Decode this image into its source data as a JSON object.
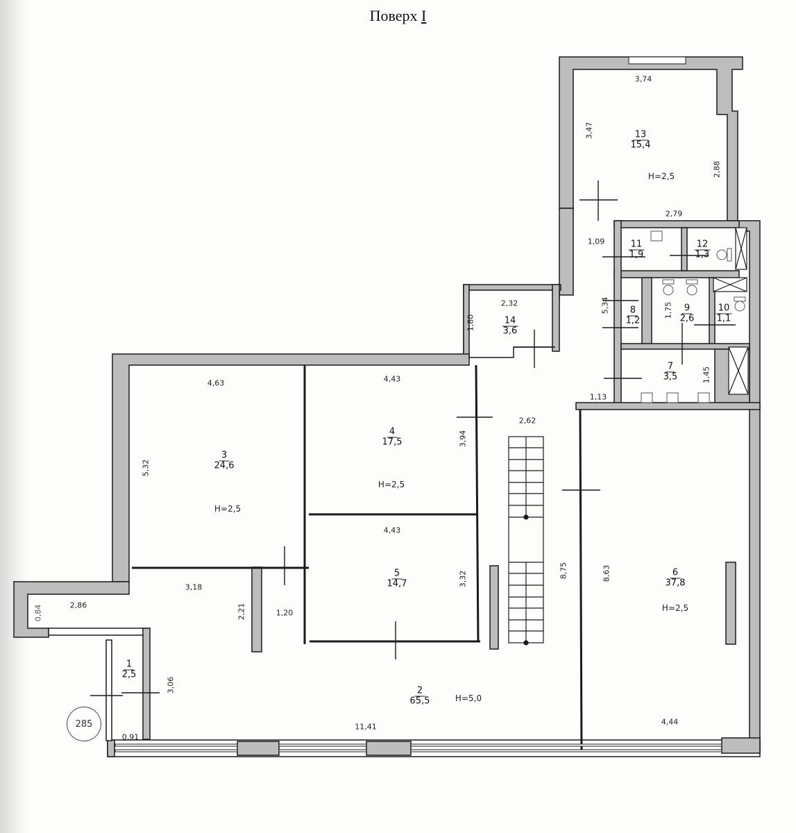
{
  "title": {
    "prefix": "Поверх",
    "floor": "I"
  },
  "plan_number": "285",
  "rooms": [
    {
      "id": "1",
      "number": "1",
      "area": "2,5",
      "height": null
    },
    {
      "id": "2",
      "number": "2",
      "area": "65,5",
      "height": "H=5,0"
    },
    {
      "id": "3",
      "number": "3",
      "area": "24,6",
      "height": "H=2,5"
    },
    {
      "id": "4",
      "number": "4",
      "area": "17,5",
      "height": "H=2,5"
    },
    {
      "id": "5",
      "number": "5",
      "area": "14,7",
      "height": null
    },
    {
      "id": "6",
      "number": "6",
      "area": "37,8",
      "height": "H=2,5"
    },
    {
      "id": "7",
      "number": "7",
      "area": "3,5",
      "height": null
    },
    {
      "id": "8",
      "number": "8",
      "area": "1,2",
      "height": null
    },
    {
      "id": "9",
      "number": "9",
      "area": "2,6",
      "height": null
    },
    {
      "id": "10",
      "number": "10",
      "area": "1,1",
      "height": null
    },
    {
      "id": "11",
      "number": "11",
      "area": "1,9",
      "height": null
    },
    {
      "id": "12",
      "number": "12",
      "area": "1,3",
      "height": null
    },
    {
      "id": "13",
      "number": "13",
      "area": "15,4",
      "height": "H=2,5"
    },
    {
      "id": "14",
      "number": "14",
      "area": "3,6",
      "height": null
    }
  ],
  "dimensions": {
    "r13_top": "3,74",
    "r13_left": "3,47",
    "r13_right": "2,88",
    "r13_bottom": "2,79",
    "corridor_upper": "1,09",
    "corridor_side": "5,34",
    "r9_side": "1,75",
    "r7_side": "1,45",
    "corridor_lower": "1,13",
    "r14_top": "2,32",
    "r14_left": "1,80",
    "r3_top": "4,63",
    "r3_left": "5,32",
    "r4_top": "4,43",
    "r4_right": "3,94",
    "r5_top": "4,43",
    "r5_right": "3,32",
    "stair_width": "2,62",
    "hall_height": "8,75",
    "r6_left": "8,63",
    "r6_bottom": "4,44",
    "entry_left": "0,84",
    "entry_top": "2,86",
    "r2_top": "3,18",
    "r2_niche_height": "2,21",
    "r2_niche_width": "1,20",
    "r1_right": "3,06",
    "r1_bottom": "0,91",
    "r2_bottom": "11,41"
  },
  "colors": {
    "wall_fill": "#bdbdbd",
    "line": "#1a1a1a",
    "paper": "#fdfdfc"
  }
}
